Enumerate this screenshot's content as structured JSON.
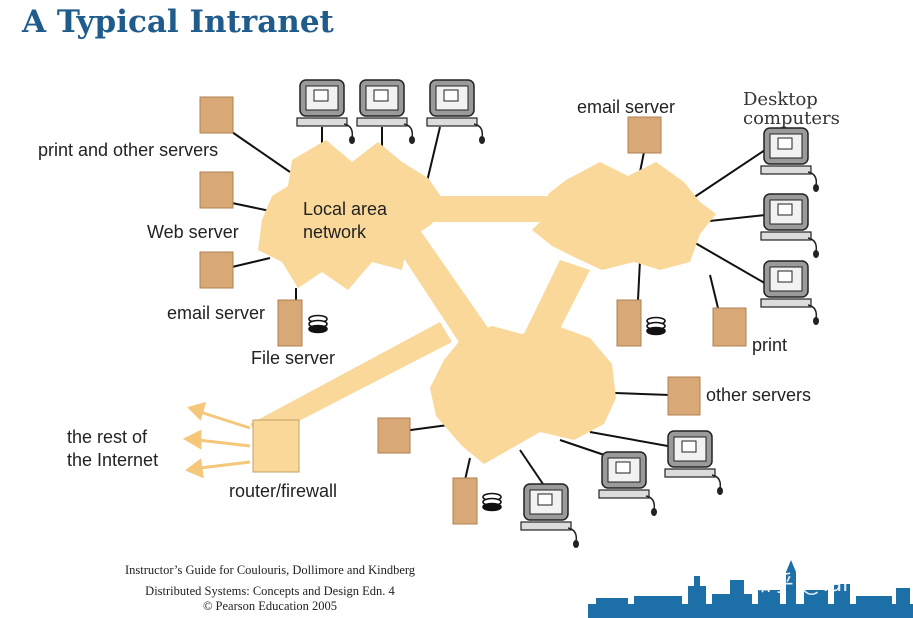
{
  "title": "A Typical Intranet",
  "labels": {
    "print_servers": "print  and other servers",
    "web_server": "Web server",
    "email_server_left": "email server",
    "file_server": "File server",
    "lan": "Local area\nnetwork",
    "email_server_right": "email server",
    "desktop_computers": "Desktop\ncomputers",
    "print_right": "print",
    "other_servers": "other servers",
    "rest_of_internet": "the rest of\nthe Internet",
    "router_firewall": "router/firewall"
  },
  "footer": {
    "line1": "Instructor’s Guide for  Coulouris, Dollimore and Kindberg",
    "line2": "Distributed Systems: Concepts and Design Edn. 4",
    "line3": "©  Pearson Education 2005"
  },
  "watermark": "知乎 @lankin",
  "colors": {
    "title": "#1f5c8b",
    "network_fill": "#f9d89a",
    "server_fill": "#d9a877",
    "skyline": "#1d6fa8"
  }
}
